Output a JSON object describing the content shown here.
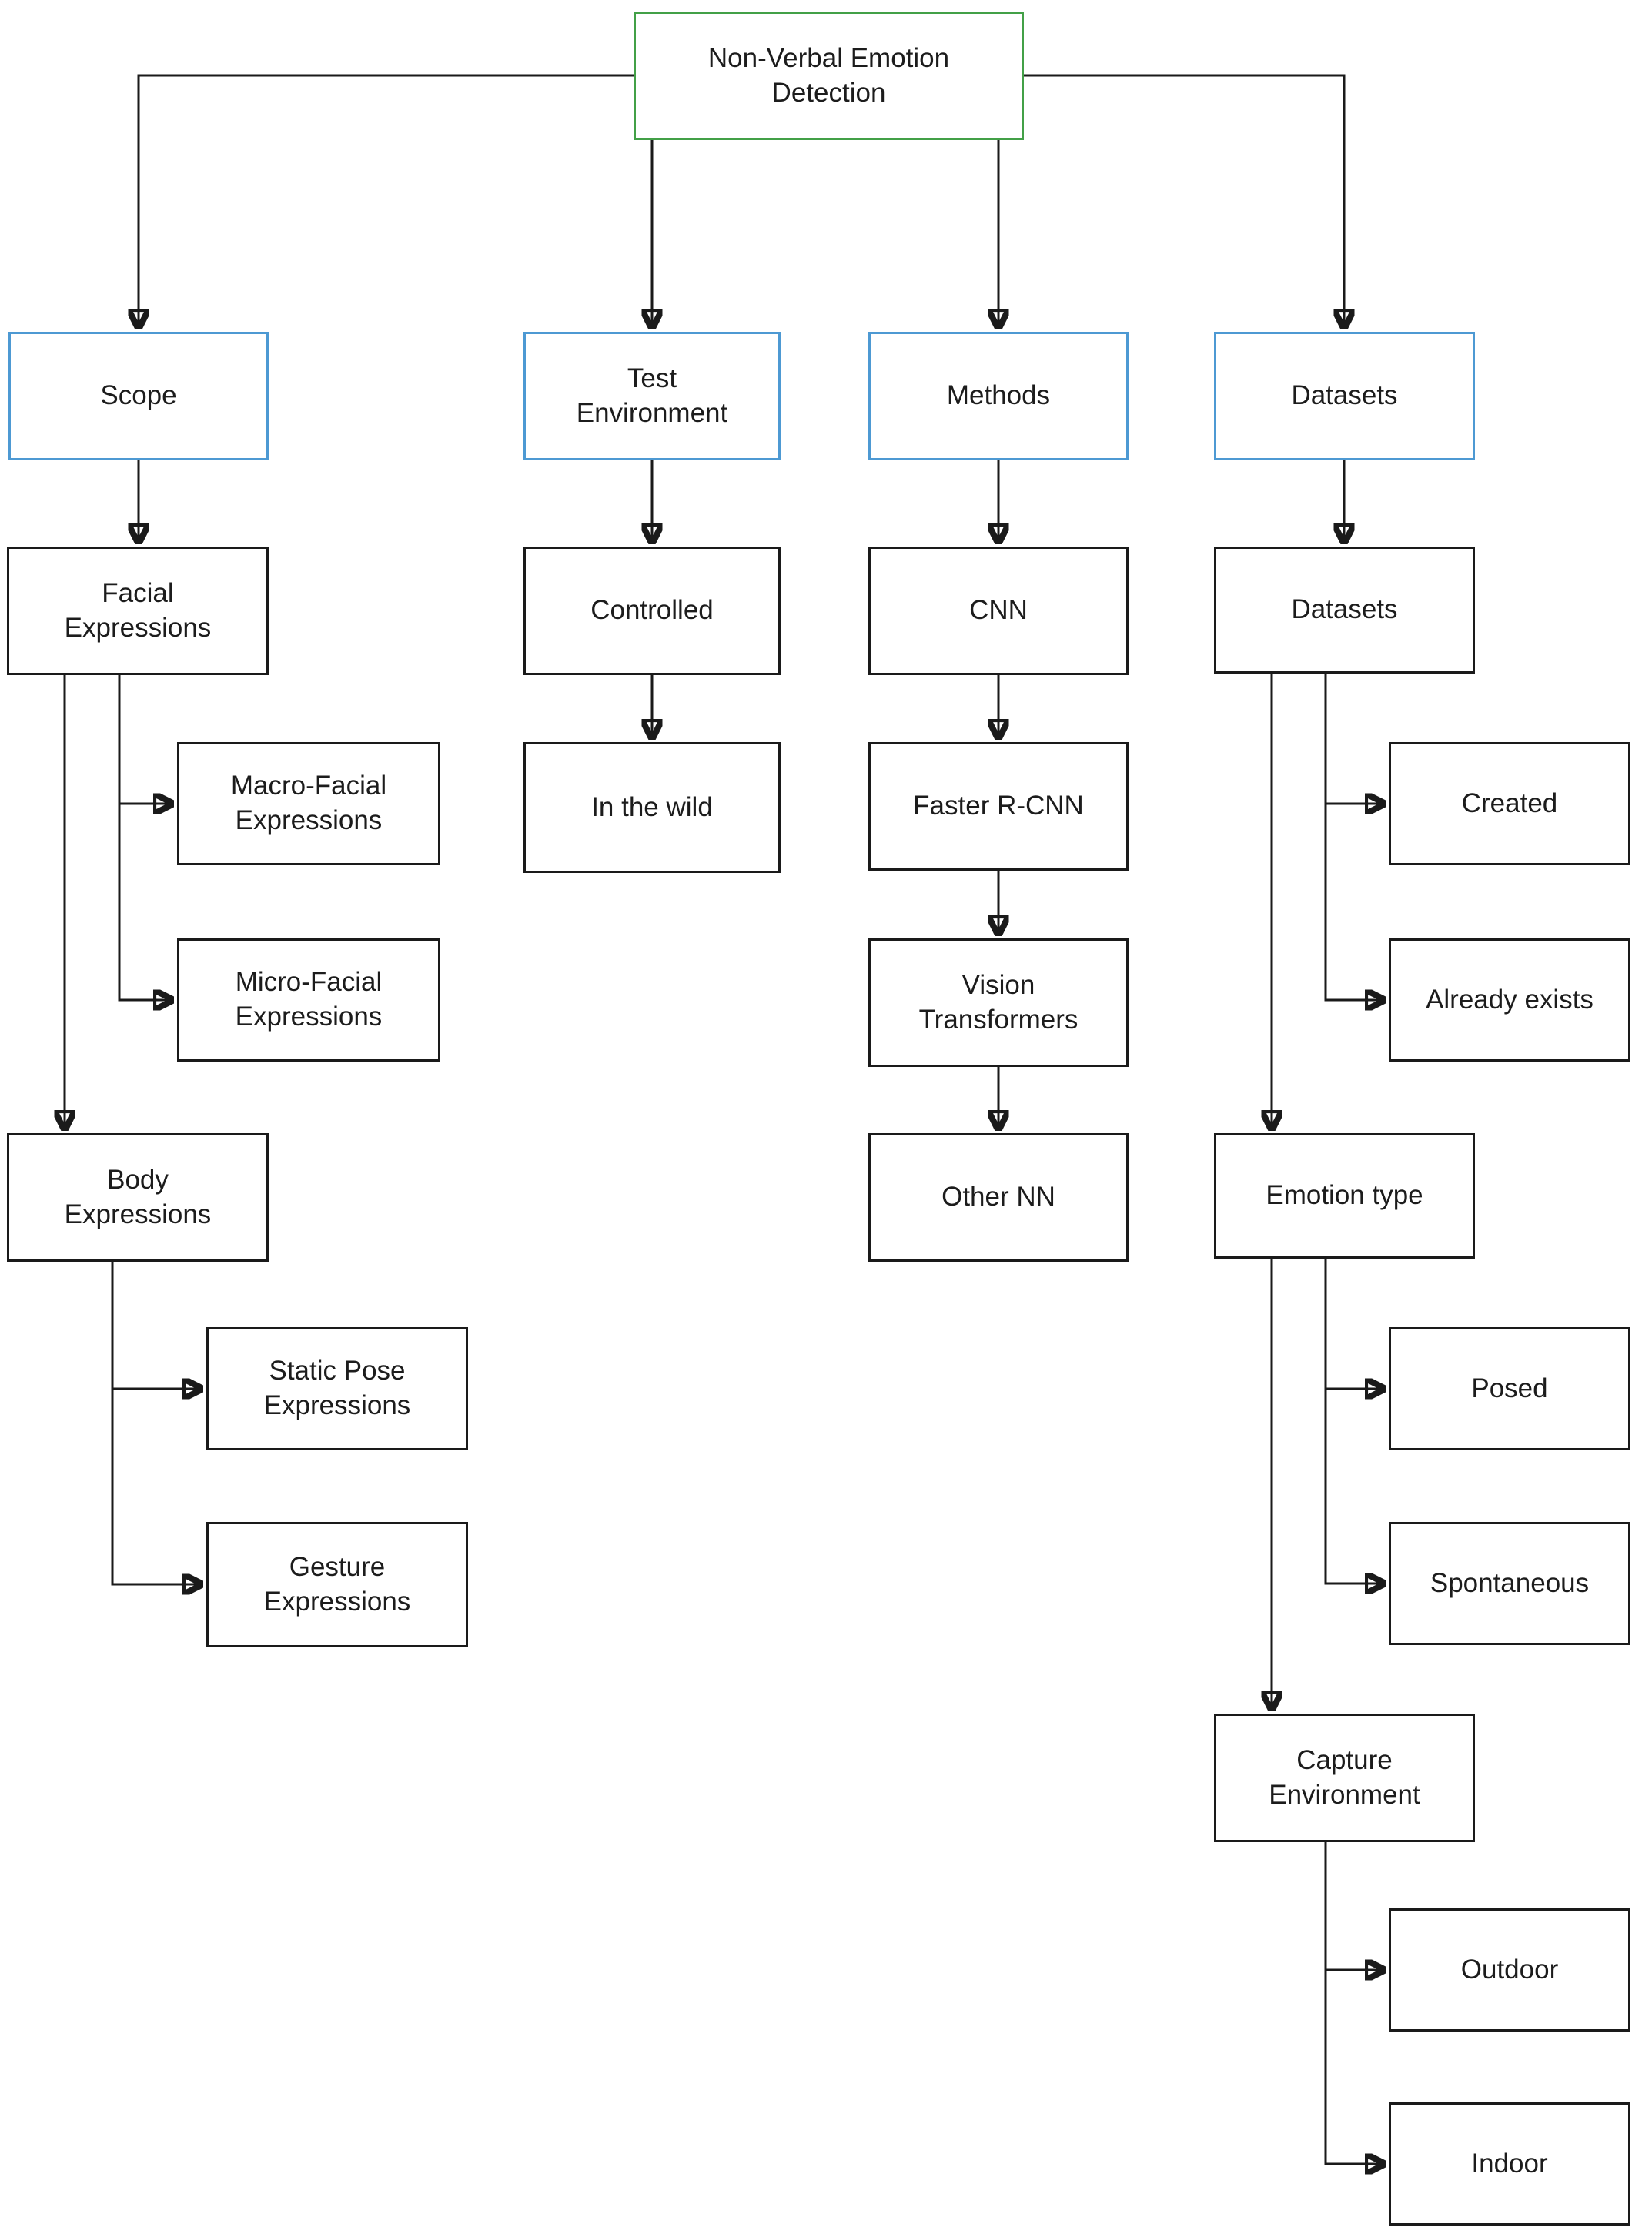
{
  "diagram": {
    "title": "Non-Verbal Emotion Detection",
    "colors": {
      "background": "#ffffff",
      "root_border": "#43a047",
      "category_border": "#4d99d3",
      "node_border": "#1a1a1a",
      "connector": "#1a1a1a",
      "text": "#1c1c1c"
    },
    "nodes": {
      "root": {
        "label": "Non-Verbal Emotion\nDetection"
      },
      "scope": {
        "label": "Scope"
      },
      "test_environment": {
        "label": "Test\nEnvironment"
      },
      "methods": {
        "label": "Methods"
      },
      "datasets": {
        "label": "Datasets"
      },
      "facial": {
        "label": "Facial\nExpressions"
      },
      "macro_facial": {
        "label": "Macro-Facial\nExpressions"
      },
      "micro_facial": {
        "label": "Micro-Facial\nExpressions"
      },
      "body": {
        "label": "Body\nExpressions"
      },
      "static_pose": {
        "label": "Static Pose\nExpressions"
      },
      "gesture": {
        "label": "Gesture\nExpressions"
      },
      "controlled": {
        "label": "Controlled"
      },
      "in_the_wild": {
        "label": "In the wild"
      },
      "cnn": {
        "label": "CNN"
      },
      "faster_rcnn": {
        "label": "Faster R-CNN"
      },
      "vision_transformers": {
        "label": "Vision\nTransformers"
      },
      "other_nn": {
        "label": "Other NN"
      },
      "datasets_type": {
        "label": "Datasets"
      },
      "created": {
        "label": "Created"
      },
      "already_exists": {
        "label": "Already exists"
      },
      "emotion_type": {
        "label": "Emotion type"
      },
      "posed": {
        "label": "Posed"
      },
      "spontaneous": {
        "label": "Spontaneous"
      },
      "capture_environment": {
        "label": "Capture\nEnvironment"
      },
      "outdoor": {
        "label": "Outdoor"
      },
      "indoor": {
        "label": "Indoor"
      }
    },
    "edges": [
      [
        "root",
        "scope"
      ],
      [
        "root",
        "test_environment"
      ],
      [
        "root",
        "methods"
      ],
      [
        "root",
        "datasets"
      ],
      [
        "scope",
        "facial"
      ],
      [
        "facial",
        "macro_facial"
      ],
      [
        "facial",
        "micro_facial"
      ],
      [
        "facial",
        "body"
      ],
      [
        "body",
        "static_pose"
      ],
      [
        "body",
        "gesture"
      ],
      [
        "test_environment",
        "controlled"
      ],
      [
        "controlled",
        "in_the_wild"
      ],
      [
        "methods",
        "cnn"
      ],
      [
        "cnn",
        "faster_rcnn"
      ],
      [
        "faster_rcnn",
        "vision_transformers"
      ],
      [
        "vision_transformers",
        "other_nn"
      ],
      [
        "datasets",
        "datasets_type"
      ],
      [
        "datasets_type",
        "created"
      ],
      [
        "datasets_type",
        "already_exists"
      ],
      [
        "datasets_type",
        "emotion_type"
      ],
      [
        "emotion_type",
        "posed"
      ],
      [
        "emotion_type",
        "spontaneous"
      ],
      [
        "emotion_type",
        "capture_environment"
      ],
      [
        "capture_environment",
        "outdoor"
      ],
      [
        "capture_environment",
        "indoor"
      ]
    ]
  }
}
